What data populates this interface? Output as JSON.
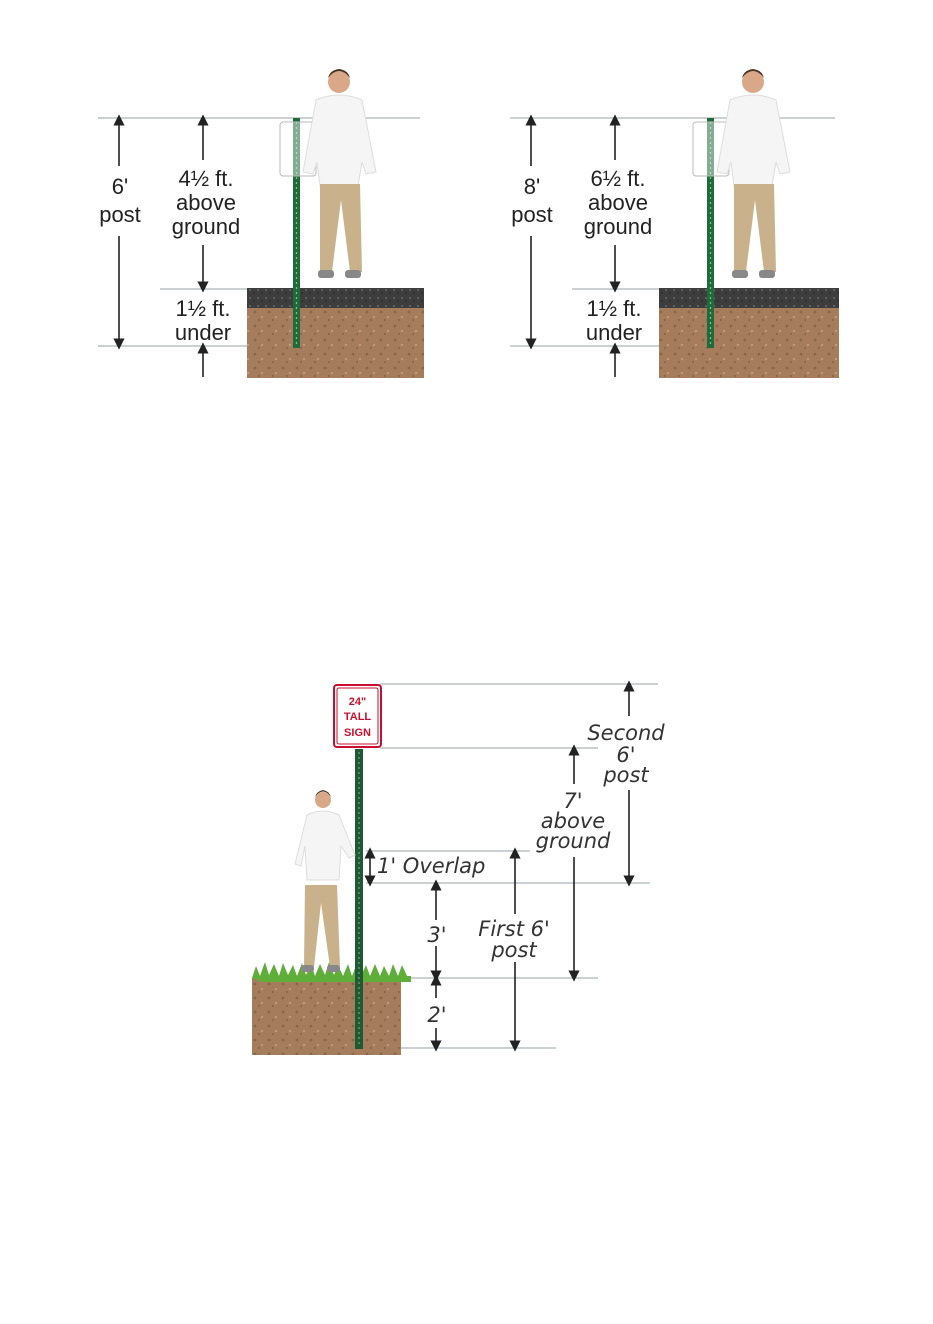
{
  "diagram_a": {
    "post_length": "6'",
    "post_word": "post",
    "above_value": "4½ ft.",
    "above_line1": "above",
    "above_line2": "ground",
    "under_value": "1½ ft.",
    "under_word": "under"
  },
  "diagram_b": {
    "post_length": "8'",
    "post_word": "post",
    "above_value": "6½ ft.",
    "above_line1": "above",
    "above_line2": "ground",
    "under_value": "1½ ft.",
    "under_word": "under"
  },
  "diagram_c": {
    "sign_line1": "24\"",
    "sign_line2": "TALL",
    "sign_line3": "SIGN",
    "second_line1": "Second",
    "second_line2": "6'",
    "second_line3": "post",
    "above_line1": "7'",
    "above_line2": "above",
    "above_line3": "ground",
    "overlap": "1' Overlap",
    "three": "3'",
    "first_line1": "First 6'",
    "first_line2": "post",
    "two": "2'"
  },
  "colors": {
    "post_green": "#1f6b3a",
    "soil": "#a07a5a",
    "asphalt": "#3a3a3a",
    "grass": "#5fae3a",
    "sign_red": "#c8102e"
  }
}
